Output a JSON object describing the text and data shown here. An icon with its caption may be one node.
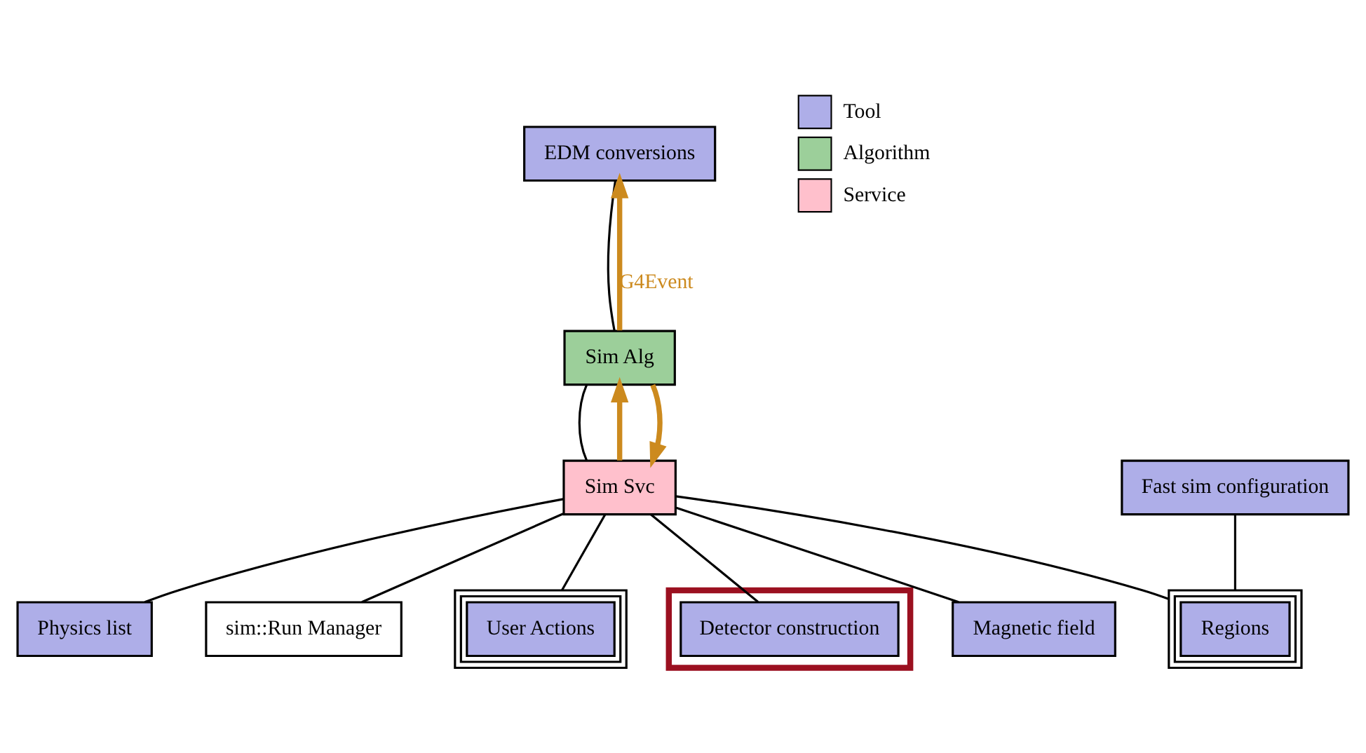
{
  "diagram": {
    "nodes": [
      {
        "text": [
          "EDM conversions"
        ]
      },
      {
        "text": [
          "Sim Alg"
        ]
      },
      {
        "text": [
          "Sim Svc"
        ]
      },
      {
        "text": [
          "sim::Run Manager"
        ]
      },
      {
        "text": [],
        "shape": "box"
      },
      {
        "text": [
          "Detector construction"
        ],
        "in": 4
      },
      {
        "text": [
          "Magnetic field"
        ]
      },
      {
        "text": [
          "Physics list"
        ]
      },
      {
        "text": [
          "Fast sim configuration"
        ]
      },
      {
        "text": [
          "Regions"
        ]
      },
      {
        "text": [
          "User Actions"
        ]
      }
    ],
    "edges": [
      {
        "from": 0,
        "to": 1,
        "arrow": "none"
      },
      {
        "from": 1,
        "to": 0,
        "arrow": "to",
        "label": "G4Event",
        "style": "thick",
        "color": "#cc8a1e"
      },
      {
        "from": 1,
        "to": 2,
        "arrow": "none"
      },
      {
        "from": 2,
        "to": 1,
        "arrow": "to",
        "style": "thick",
        "color": "#cc8a1e"
      },
      {
        "from": 1,
        "to": 2,
        "arrow": "to",
        "style": "thick",
        "color": "#cc8a1e"
      },
      {
        "from": 2,
        "to": 3,
        "arrow": "none"
      },
      {
        "from": 2,
        "to": 5,
        "arrow": "none"
      },
      {
        "from": 2,
        "to": 6,
        "arrow": "none"
      },
      {
        "from": 2,
        "to": 7,
        "arrow": "none"
      },
      {
        "from": 2,
        "to": 9,
        "arrow": "none"
      },
      {
        "from": 2,
        "to": 10,
        "arrow": "none"
      },
      {
        "from": 8,
        "to": 9,
        "arrow": "none"
      }
    ],
    "legend": [
      {
        "text": "Tool",
        "color": "#aeaee8"
      },
      {
        "text": "Algorithm",
        "color": "#9ccf9a"
      },
      {
        "text": "Service",
        "color": "#ffc0cc"
      }
    ]
  }
}
